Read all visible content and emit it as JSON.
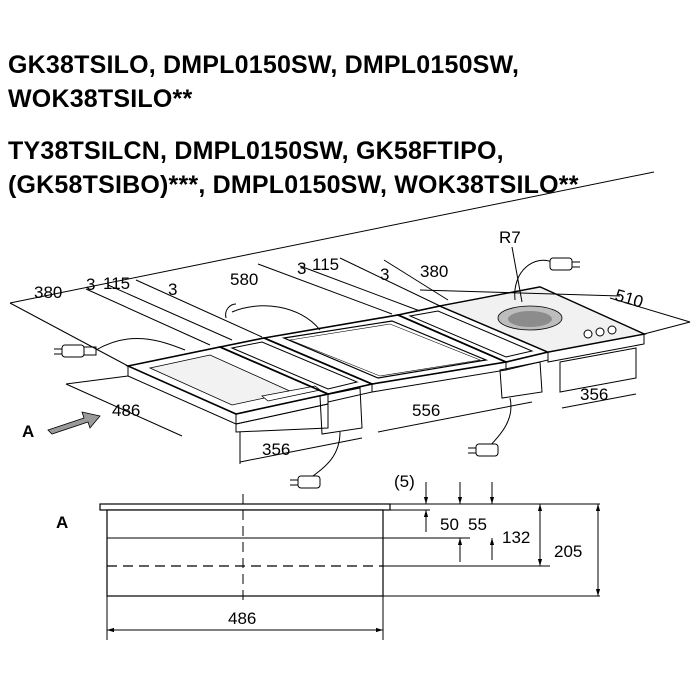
{
  "titles": {
    "line1": "GK38TSILO, DMPL0150SW, DMPL0150SW,",
    "line2": "WOK38TSILO**",
    "line3": "TY38TSILCN, DMPL0150SW, GK58FTIPO,",
    "line4": "(GK58TSIBO)***, DMPL0150SW, WOK38TSILO**"
  },
  "top_dims": {
    "d380a": "380",
    "d3a": "3",
    "d115a": "115",
    "d3b": "3",
    "d580": "580",
    "d3c": "3",
    "d115b": "115",
    "d3d": "3",
    "d380b": "380",
    "r7": "R7",
    "d510": "510"
  },
  "lower_dims": {
    "d486a": "486",
    "d356a": "356",
    "d556": "556",
    "d356b": "356",
    "view_a": "A"
  },
  "section": {
    "view_a": "A",
    "d5": "(5)",
    "d50": "50",
    "d55": "55",
    "d132": "132",
    "d205": "205",
    "d486": "486"
  }
}
